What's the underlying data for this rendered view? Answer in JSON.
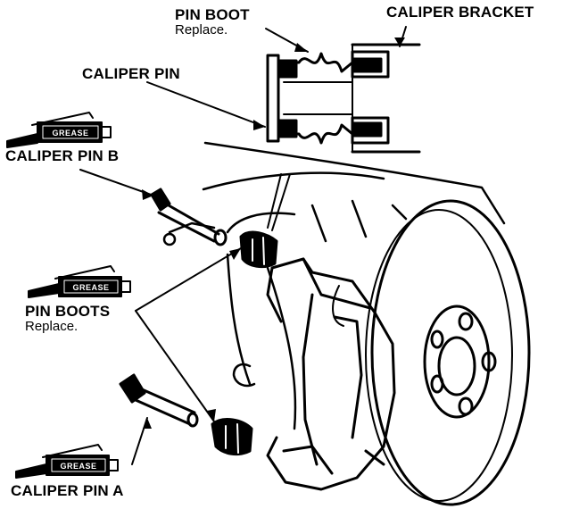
{
  "labels": {
    "pin_boot_top": {
      "title": "PIN BOOT",
      "note": "Replace."
    },
    "caliper_bracket": {
      "title": "CALIPER BRACKET"
    },
    "caliper_pin": {
      "title": "CALIPER PIN"
    },
    "caliper_pin_b": {
      "title": "CALIPER PIN B"
    },
    "pin_boots": {
      "title": "PIN BOOTS",
      "note": "Replace."
    },
    "caliper_pin_a": {
      "title": "CALIPER PIN A"
    }
  },
  "grease_tubes": [
    {
      "id": "grease-tube-1",
      "text": "GREASE"
    },
    {
      "id": "grease-tube-2",
      "text": "GREASE"
    },
    {
      "id": "grease-tube-3",
      "text": "GREASE"
    }
  ]
}
